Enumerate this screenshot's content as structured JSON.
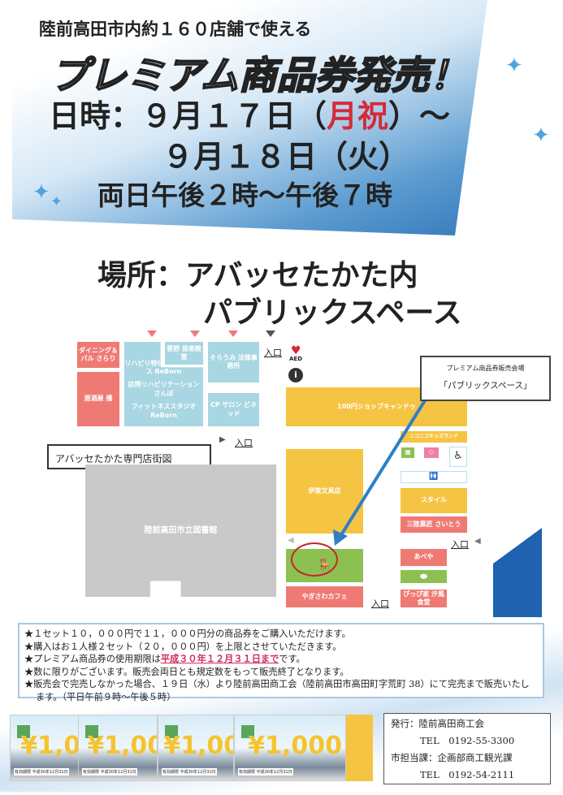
{
  "header": {
    "subtitle": "陸前高田市内約１６０店舗で使える",
    "title": "プレミアム商品券発売！",
    "datetime_label": "日時：９月１７日（",
    "holiday": "月祝",
    "datetime_end": "）～",
    "date2": "９月１８日（火）",
    "hours": "両日午後２時～午後７時",
    "place_line1": "場所：アバッセたかた内",
    "place_line2": "パブリックスペース"
  },
  "map": {
    "title": "アバッセたかた専門店街図",
    "callout_line1": "プレミアム商品券販売会場",
    "callout_line2": "「パブリックスペース」",
    "entrance": "入口",
    "aed": "AED",
    "shops": {
      "dining": "ダイニング＆バル さらり",
      "izakaya": "居酒屋 播",
      "rehab": "リハビリ特化型デイサービス ReBorn",
      "visit": "訪問リハビリテーション さんぽ",
      "fitness": "フィットネススタジオ ReBorn",
      "kanno": "菅野 音楽教室",
      "soraumi": "そらうみ 法律事務所",
      "cp": "CP サロン ビネッド",
      "shop100": "100円ショップキャンドゥ",
      "kids": "ニコニコキッズランド",
      "ito": "伊東文具店",
      "style": "スタイル",
      "sanriku": "三陸菓匠 さいとう",
      "abeya": "あべや",
      "yagisawa": "やぎさわカフェ",
      "pippi": "ぴっぴ家 汐風食堂",
      "library": "陸前高田市立図書館"
    }
  },
  "notes": {
    "items": [
      "★１セット１０，０００円で１１，０００円分の商品券をご購入いただけます。",
      "★購入はお１人様２セット（２０，０００円）を上限とさせていただきます。",
      "★数に限りがございます。販売会両日とも規定数をもって販売終了となります。",
      "★販売会で完売しなかった場合、１９日（水）より陸前高田商工会（陸前高田市高田町字荒町 38）にて完売まで販売いたします。（平日午前９時～午後５時）"
    ],
    "expiry_prefix": "★プレミアム商品券の使用期限は",
    "expiry_date": "平成３０年１２月３１日まで",
    "expiry_suffix": "です。"
  },
  "tickets": {
    "value": "¥1,000",
    "expiry": "有効期限 平成30年12月31日"
  },
  "contact": {
    "publisher": "発行：陸前高田商工会",
    "publisher_tel": "TEL　0192-55-3300",
    "dept": "市担当課：企画部商工観光課",
    "dept_tel": "TEL　0192-54-2111"
  },
  "colors": {
    "accent_red": "#d52a3a",
    "map_pink": "#ef7a74",
    "map_blue": "#a8d6e2",
    "map_yellow": "#f6c443",
    "map_green": "#8cc152"
  }
}
